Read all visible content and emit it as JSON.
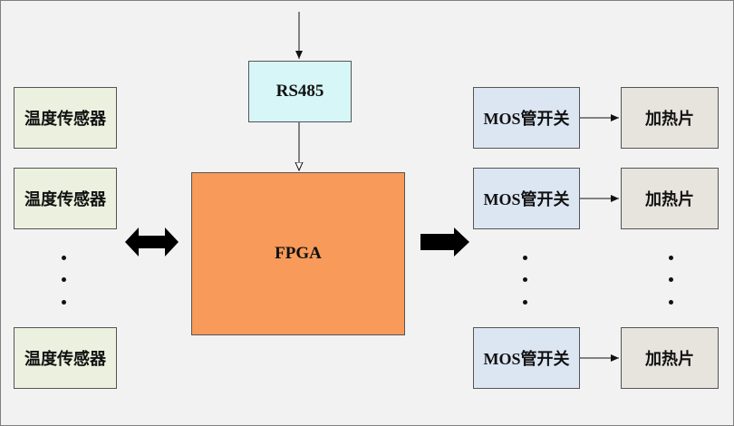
{
  "sensors": [
    "温度传感器",
    "温度传感器",
    "温度传感器"
  ],
  "fpga": "FPGA",
  "rs485": "RS485",
  "mos_switches": [
    "MOS管开关",
    "MOS管开关",
    "MOS管开关"
  ],
  "heaters": [
    "加热片",
    "加热片",
    "加热片"
  ],
  "colors": {
    "background": "#f2f2f2",
    "sensor_fill": "#ebf1de",
    "fpga_fill": "#f79a5a",
    "rs485_fill": "#d6f6f8",
    "mos_fill": "#dce6f2",
    "heater_fill": "#e7e4de"
  }
}
